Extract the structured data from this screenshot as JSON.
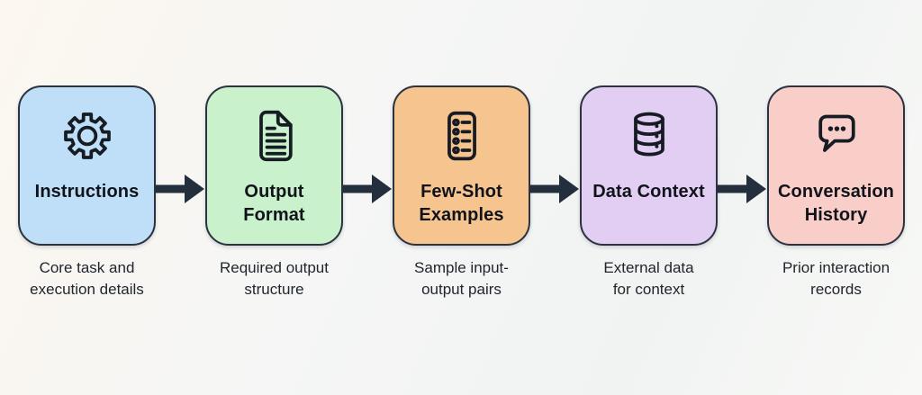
{
  "diagram": {
    "type": "flowchart",
    "direction": "left-to-right",
    "steps": [
      {
        "label": "Instructions",
        "caption": "Core task and\nexecution details",
        "icon": "gear-icon",
        "fill": "#bedff7"
      },
      {
        "label": "Output\nFormat",
        "caption": "Required output\nstructure",
        "icon": "document-icon",
        "fill": "#c9f1cb"
      },
      {
        "label": "Few-Shot\nExamples",
        "caption": "Sample input-\noutput pairs",
        "icon": "bulleted-list-icon",
        "fill": "#f6c48e"
      },
      {
        "label": "Data Context",
        "caption": "External data\nfor context",
        "icon": "database-icon",
        "fill": "#e2cef3"
      },
      {
        "label": "Conversation\nHistory",
        "caption": "Prior interaction\nrecords",
        "icon": "chat-bubble-icon",
        "fill": "#f9cec9"
      }
    ],
    "colors": {
      "arrow": "#242f3e",
      "box_border": "#2b3340",
      "icon_stroke": "#171c24",
      "title_text": "#10141a",
      "caption_text": "#20252e"
    }
  }
}
